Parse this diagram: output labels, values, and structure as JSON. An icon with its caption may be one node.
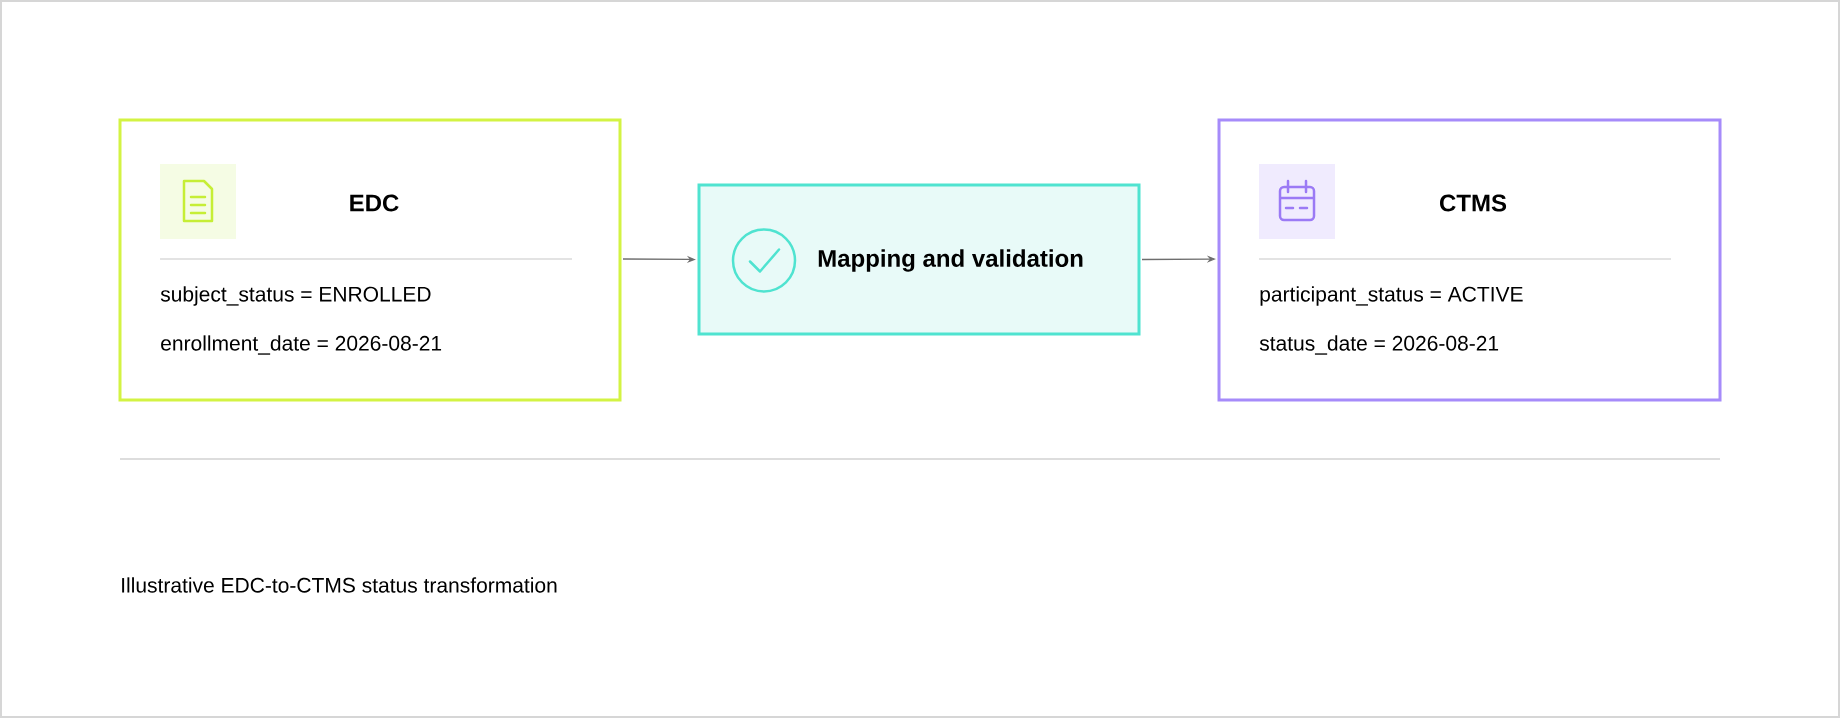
{
  "diagram": {
    "caption": "Illustrative EDC-to-CTMS status transformation",
    "nodes": [
      {
        "text": [
          "EDC",
          "subject_status = ENROLLED",
          "enrollment_date = 2026-08-21"
        ]
      },
      {
        "text": [
          "Mapping and validation"
        ]
      },
      {
        "text": [
          "CTMS",
          "participant_status = ACTIVE",
          "status_date = 2026-08-21"
        ]
      }
    ],
    "edges": [
      {
        "from": 0,
        "to": 1,
        "arrow": "to"
      },
      {
        "from": 1,
        "to": 2,
        "arrow": "to"
      }
    ]
  }
}
